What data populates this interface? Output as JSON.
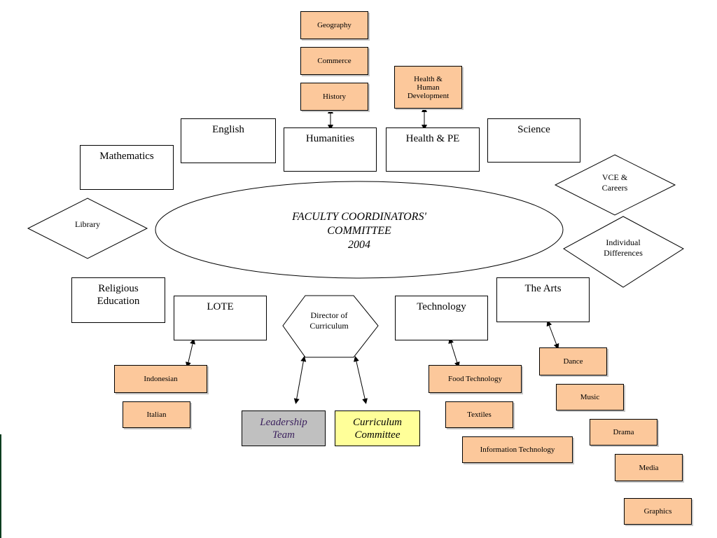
{
  "committee": {
    "line1": "FACULTY COORDINATORS'",
    "line2": "COMMITTEE",
    "line3": "2004"
  },
  "faculties": {
    "mathematics": "Mathematics",
    "english": "English",
    "humanities": "Humanities",
    "health_pe": "Health & PE",
    "science": "Science",
    "religious_education": [
      "Religious",
      "Education"
    ],
    "lote": "LOTE",
    "technology": "Technology",
    "the_arts": "The Arts"
  },
  "diamonds": {
    "library": "Library",
    "vce_careers": [
      "VCE &",
      "Careers"
    ],
    "individual_differences": [
      "Individual",
      "Differences"
    ]
  },
  "director": [
    "Director of",
    "Curriculum"
  ],
  "teams": {
    "leadership": [
      "Leadership",
      "Team"
    ],
    "curriculum_committee": [
      "Curriculum",
      "Committee"
    ]
  },
  "subjects": {
    "humanities": [
      "Geography",
      "Commerce",
      "History"
    ],
    "health": [
      "Health &",
      "Human",
      "Development"
    ],
    "lote": [
      "Indonesian",
      "Italian"
    ],
    "technology": [
      "Food Technology",
      "Textiles",
      "Information Technology"
    ],
    "arts": [
      "Dance",
      "Music",
      "Drama",
      "Media",
      "Graphics"
    ]
  },
  "colors": {
    "subject_fill": "#fcc89b",
    "leadership_fill": "#c0c0c0",
    "curriculum_committee_fill": "#ffff99",
    "leadership_text": "#3a1f5c"
  }
}
